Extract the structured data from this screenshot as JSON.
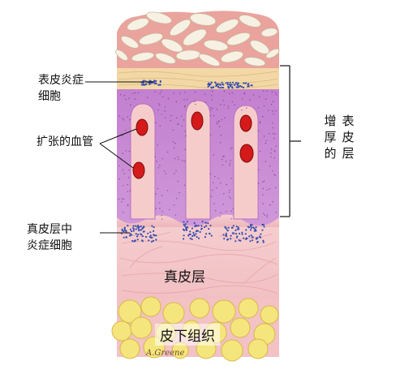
{
  "labels": {
    "epidermal_inflammatory_cells": [
      "表皮炎症",
      "细胞"
    ],
    "dilated_vessels": "扩张的血管",
    "dermal_inflammatory_cells": [
      "真皮层中",
      "炎症细胞"
    ],
    "dermis": "真皮层",
    "subcutis": "皮下组织",
    "thickened_epidermis": [
      "增厚的",
      "表皮层"
    ]
  },
  "signature": "A.Greene",
  "colors": {
    "scale": "#f7f1e6",
    "scale_base": "#eaa8a0",
    "granular": "#f0d8a8",
    "epidermis": "#c58ad2",
    "papilla": "#f6cccb",
    "dermis": "#f4c4c6",
    "fat": "#f6e98a",
    "vessel": "#d21818",
    "inflammatory_cell": "#3a4fb0",
    "line": "#111111"
  }
}
